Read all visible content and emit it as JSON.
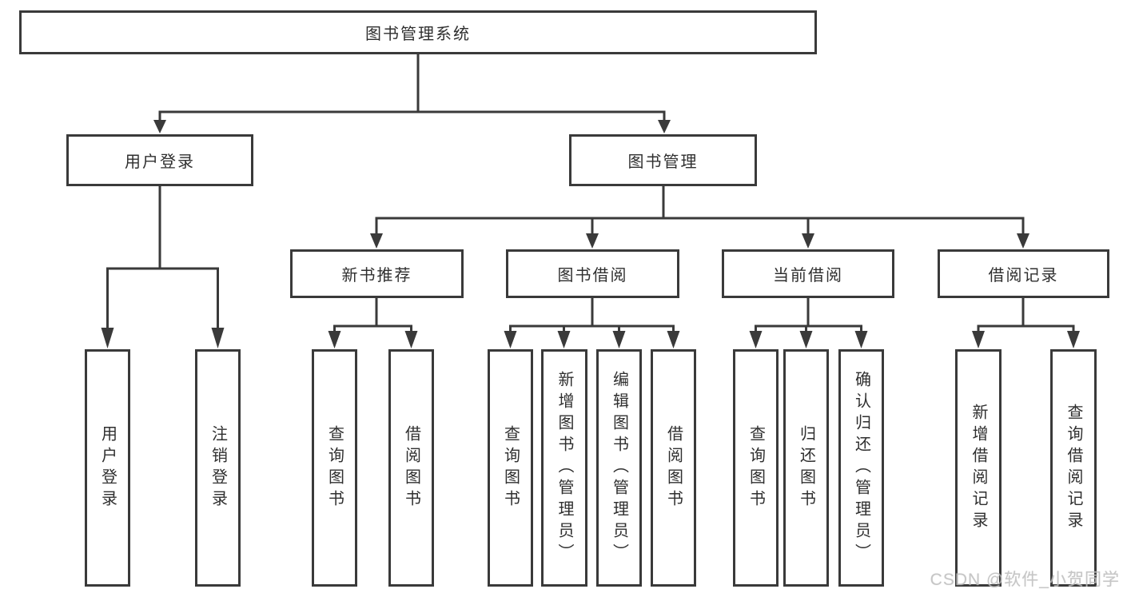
{
  "page": {
    "background": "#ffffff",
    "line_color": "#3a3a3a",
    "box_border_color": "#3a3a3a",
    "text_color": "#2f2f2f",
    "watermark_color": "#bdbdbd"
  },
  "watermark": {
    "text": "CSDN @软件_小贺同学"
  },
  "diagram": {
    "root": {
      "label": "图书管理系统"
    },
    "level2": [
      {
        "label": "用户登录"
      },
      {
        "label": "图书管理"
      }
    ],
    "level3": [
      {
        "label": "新书推荐"
      },
      {
        "label": "图书借阅"
      },
      {
        "label": "当前借阅"
      },
      {
        "label": "借阅记录"
      }
    ],
    "leaves": {
      "user_login": [
        "用户登录",
        "注销登录"
      ],
      "new_book": [
        "查询图书",
        "借阅图书"
      ],
      "borrow": [
        "查询图书",
        "新增图书（管理员）",
        "编辑图书（管理员）",
        "借阅图书"
      ],
      "current": [
        "查询图书",
        "归还图书",
        "确认归还（管理员）"
      ],
      "records": [
        "新增借阅记录",
        "查询借阅记录"
      ]
    }
  }
}
